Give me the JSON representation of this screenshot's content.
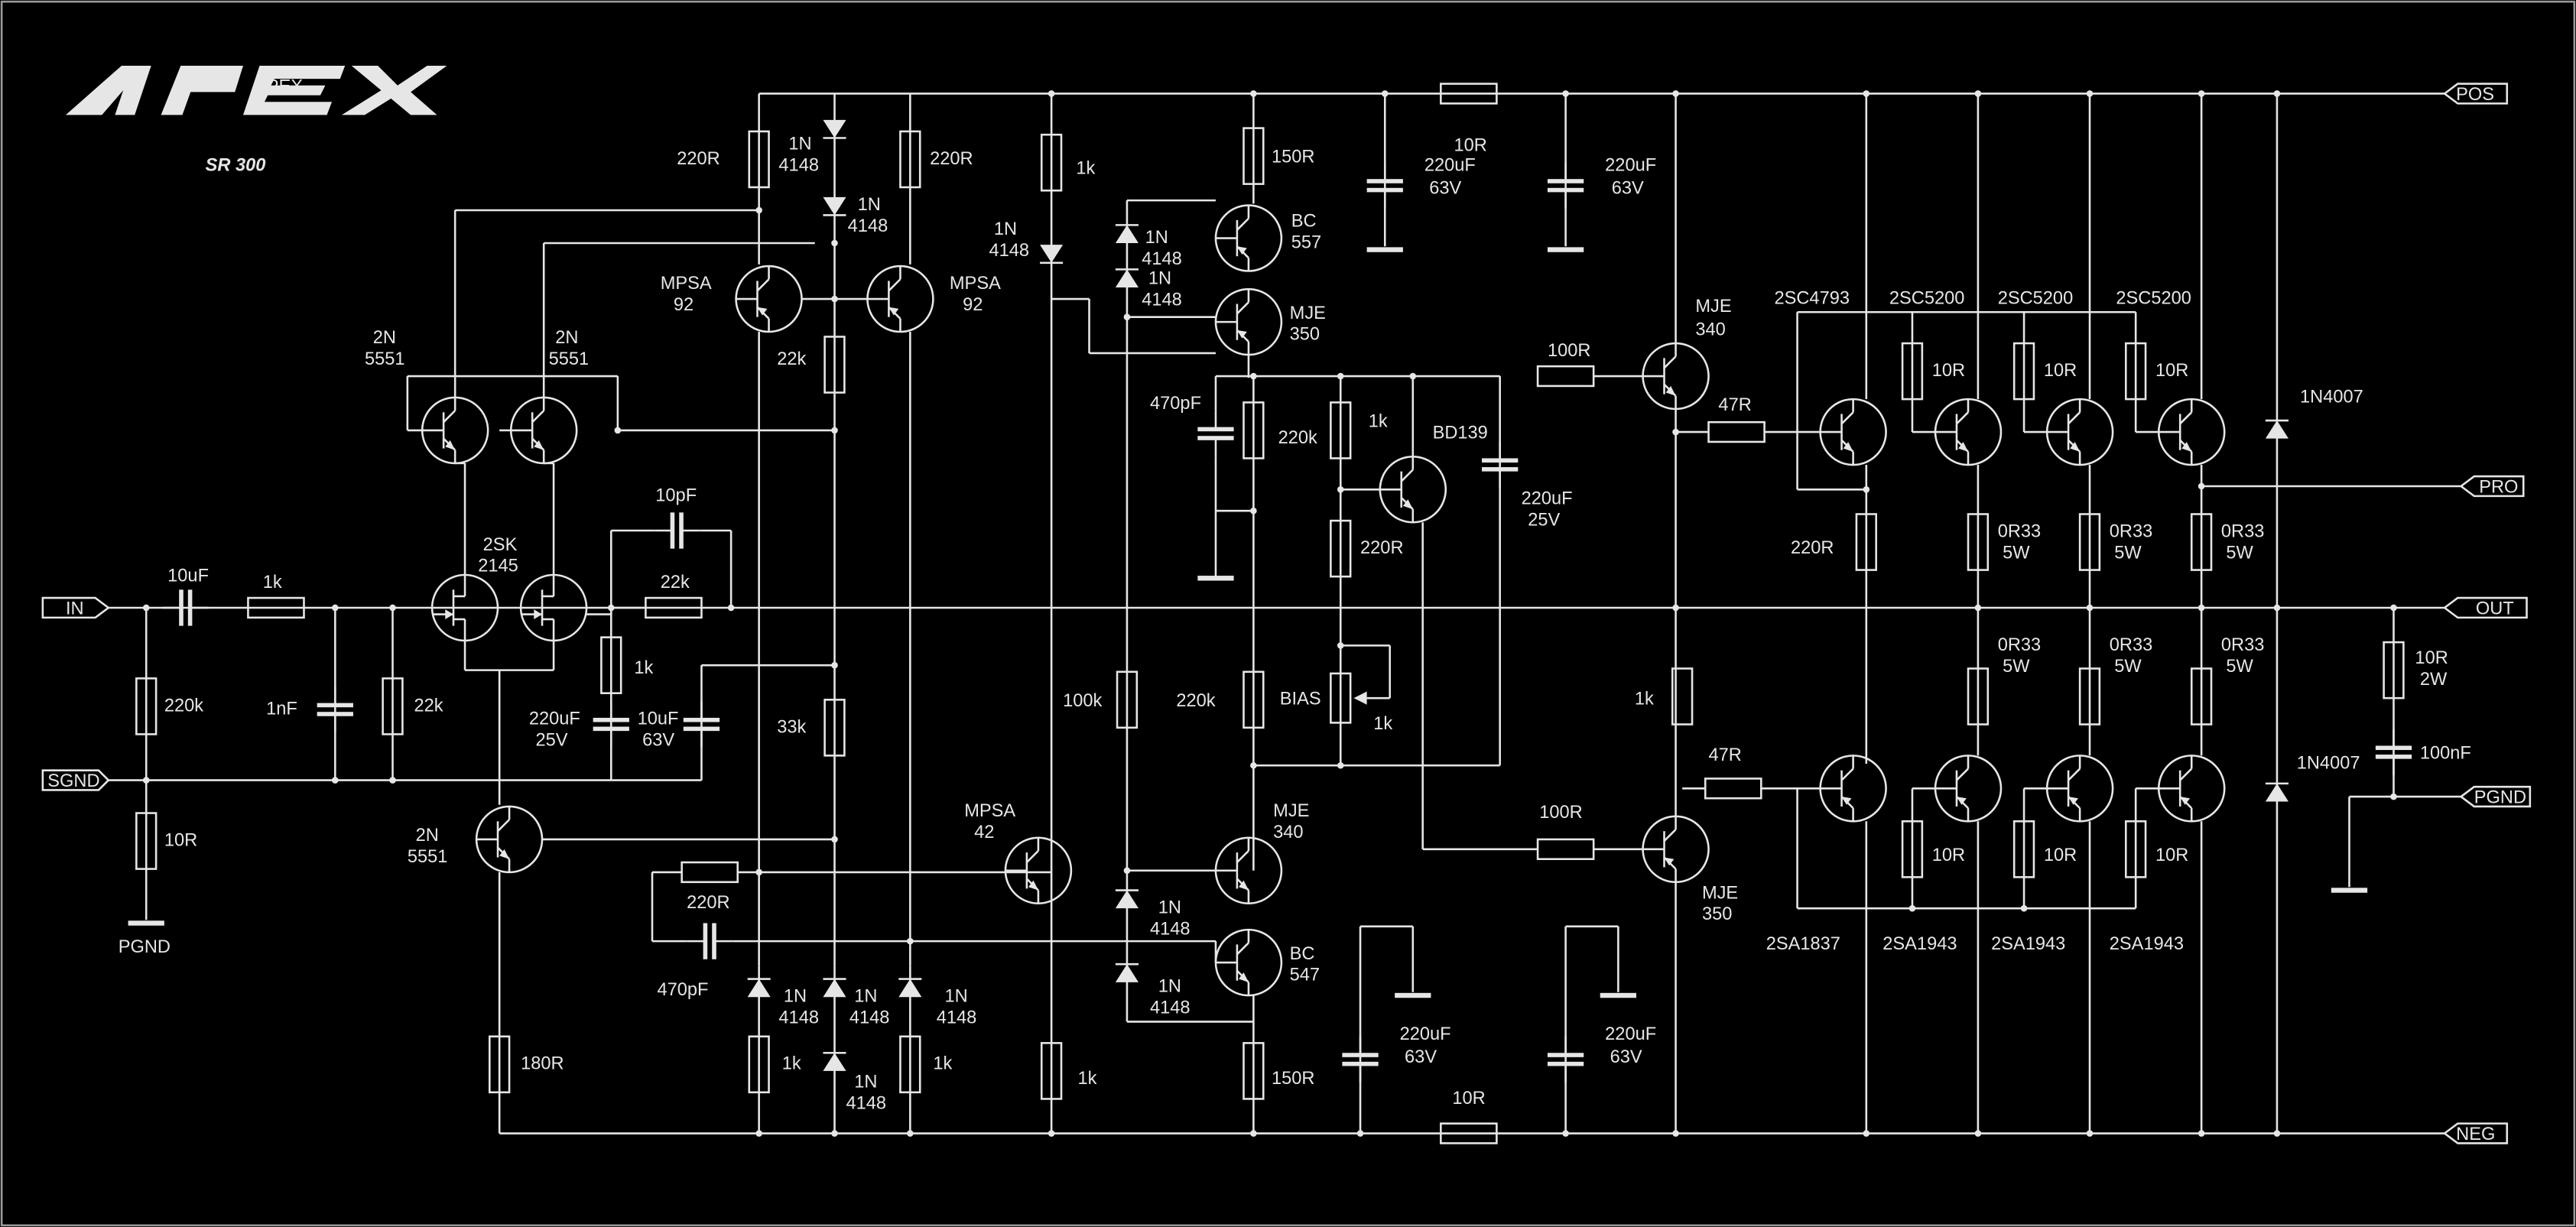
{
  "title": {
    "logo": "APEX",
    "model": "SR 300"
  },
  "ports": {
    "in": "IN",
    "sgnd": "SGND",
    "pos": "POS",
    "pro": "PRO",
    "out": "OUT",
    "pgnd": "PGND",
    "neg": "NEG"
  },
  "labels": {
    "pgnd_left": "PGND",
    "input_cap": "10uF",
    "input_res": "1k",
    "r220k_in": "220k",
    "c1nF": "1nF",
    "r22k_in": "22k",
    "r10R_gnd": "10R",
    "q_2n5551_a_1": "2N",
    "q_2n5551_a_2": "5551",
    "q_2n5551_b_1": "2N",
    "q_2n5551_b_2": "5551",
    "jfet_1": "2SK",
    "jfet_2": "2145",
    "c10pF": "10pF",
    "r22k_fb": "22k",
    "r1k_fb": "1k",
    "c220uF25V_1": "220uF",
    "c220uF25V_2": "25V",
    "c10uF63V_1": "10uF",
    "c10uF63V_2": "63V",
    "q_2n5551_c_1": "2N",
    "q_2n5551_c_2": "5551",
    "r180R": "180R",
    "r220R_tl": "220R",
    "d1n4148_t1_1": "1N",
    "d1n4148_t1_2": "4148",
    "d1n4148_t2_1": "1N",
    "d1n4148_t2_2": "4148",
    "r220R_tr": "220R",
    "mpsa92_l_1": "MPSA",
    "mpsa92_l_2": "92",
    "mpsa92_r_1": "MPSA",
    "mpsa92_r_2": "92",
    "r22k_mid": "22k",
    "r33k": "33k",
    "r220R_b": "220R",
    "c470pF_b": "470pF",
    "d_b1_1": "1N",
    "d_b1_2": "4148",
    "d_b2_1": "1N",
    "d_b2_2": "4148",
    "d_b3_1": "1N",
    "d_b3_2": "4148",
    "d_b4_1": "1N",
    "d_b4_2": "4148",
    "r1k_b1": "1k",
    "r1k_b2": "1k",
    "r1k_top": "1k",
    "d_1n4148_v_1": "1N",
    "d_1n4148_v_2": "4148",
    "r100k": "100k",
    "mpsa42_1": "MPSA",
    "mpsa42_2": "42",
    "r1k_vas": "1k",
    "r150R_t": "150R",
    "bc557_1": "BC",
    "bc557_2": "557",
    "d_pair1_1": "1N",
    "d_pair1_2": "4148",
    "d_pair2_1": "1N",
    "d_pair2_2": "4148",
    "mje350_t_1": "MJE",
    "mje350_t_2": "350",
    "c470pF_t": "470pF",
    "r220k_a": "220k",
    "r1k_bias": "1k",
    "bd139": "BD139",
    "r220R_bias": "220R",
    "c220uF25V_b_1": "220uF",
    "c220uF25V_b_2": "25V",
    "r220k_b": "220k",
    "bias": "BIAS",
    "pot1k": "1k",
    "mje340_b_1": "MJE",
    "mje340_b_2": "340",
    "d_pair3_1": "1N",
    "d_pair3_2": "4148",
    "d_pair4_1": "1N",
    "d_pair4_2": "4148",
    "bc547_1": "BC",
    "bc547_2": "547",
    "r150R_b": "150R",
    "c220uF63V_t1_1": "220uF",
    "c220uF63V_t1_2": "63V",
    "c220uF63V_t2_1": "220uF",
    "c220uF63V_t2_2": "63V",
    "r10R_top": "10R",
    "c220uF63V_b1_1": "220uF",
    "c220uF63V_b1_2": "63V",
    "c220uF63V_b2_1": "220uF",
    "c220uF63V_b2_2": "63V",
    "r10R_bot": "10R",
    "r100R_t": "100R",
    "r100R_b": "100R",
    "mje340_drv_1": "MJE",
    "mje340_drv_2": "340",
    "mje350_drv_1": "MJE",
    "mje350_drv_2": "350",
    "r47R_t": "47R",
    "r47R_b": "47R",
    "r1k_drv": "1k",
    "r220R_drv": "220R",
    "q2sc4793": "2SC4793",
    "q2sc5200_1": "2SC5200",
    "q2sc5200_2": "2SC5200",
    "q2sc5200_3": "2SC5200",
    "q2sa1837": "2SA1837",
    "q2sa1943_1": "2SA1943",
    "q2sa1943_2": "2SA1943",
    "q2sa1943_3": "2SA1943",
    "r10R_p1": "10R",
    "r10R_p2": "10R",
    "r10R_p3": "10R",
    "r10R_n1": "10R",
    "r10R_n2": "10R",
    "r10R_n3": "10R",
    "re_t1_1": "0R33",
    "re_t1_2": "5W",
    "re_t2_1": "0R33",
    "re_t2_2": "5W",
    "re_t3_1": "0R33",
    "re_t3_2": "5W",
    "re_b1_1": "0R33",
    "re_b1_2": "5W",
    "re_b2_1": "0R33",
    "re_b2_2": "5W",
    "re_b3_1": "0R33",
    "re_b3_2": "5W",
    "d1n4007_t": "1N4007",
    "d1n4007_b": "1N4007",
    "zobel_r_1": "10R",
    "zobel_r_2": "2W",
    "zobel_c": "100nF"
  },
  "colors": {
    "background": "#000000",
    "trace": "#e6e6e6",
    "frame": "#9a9a9a"
  }
}
